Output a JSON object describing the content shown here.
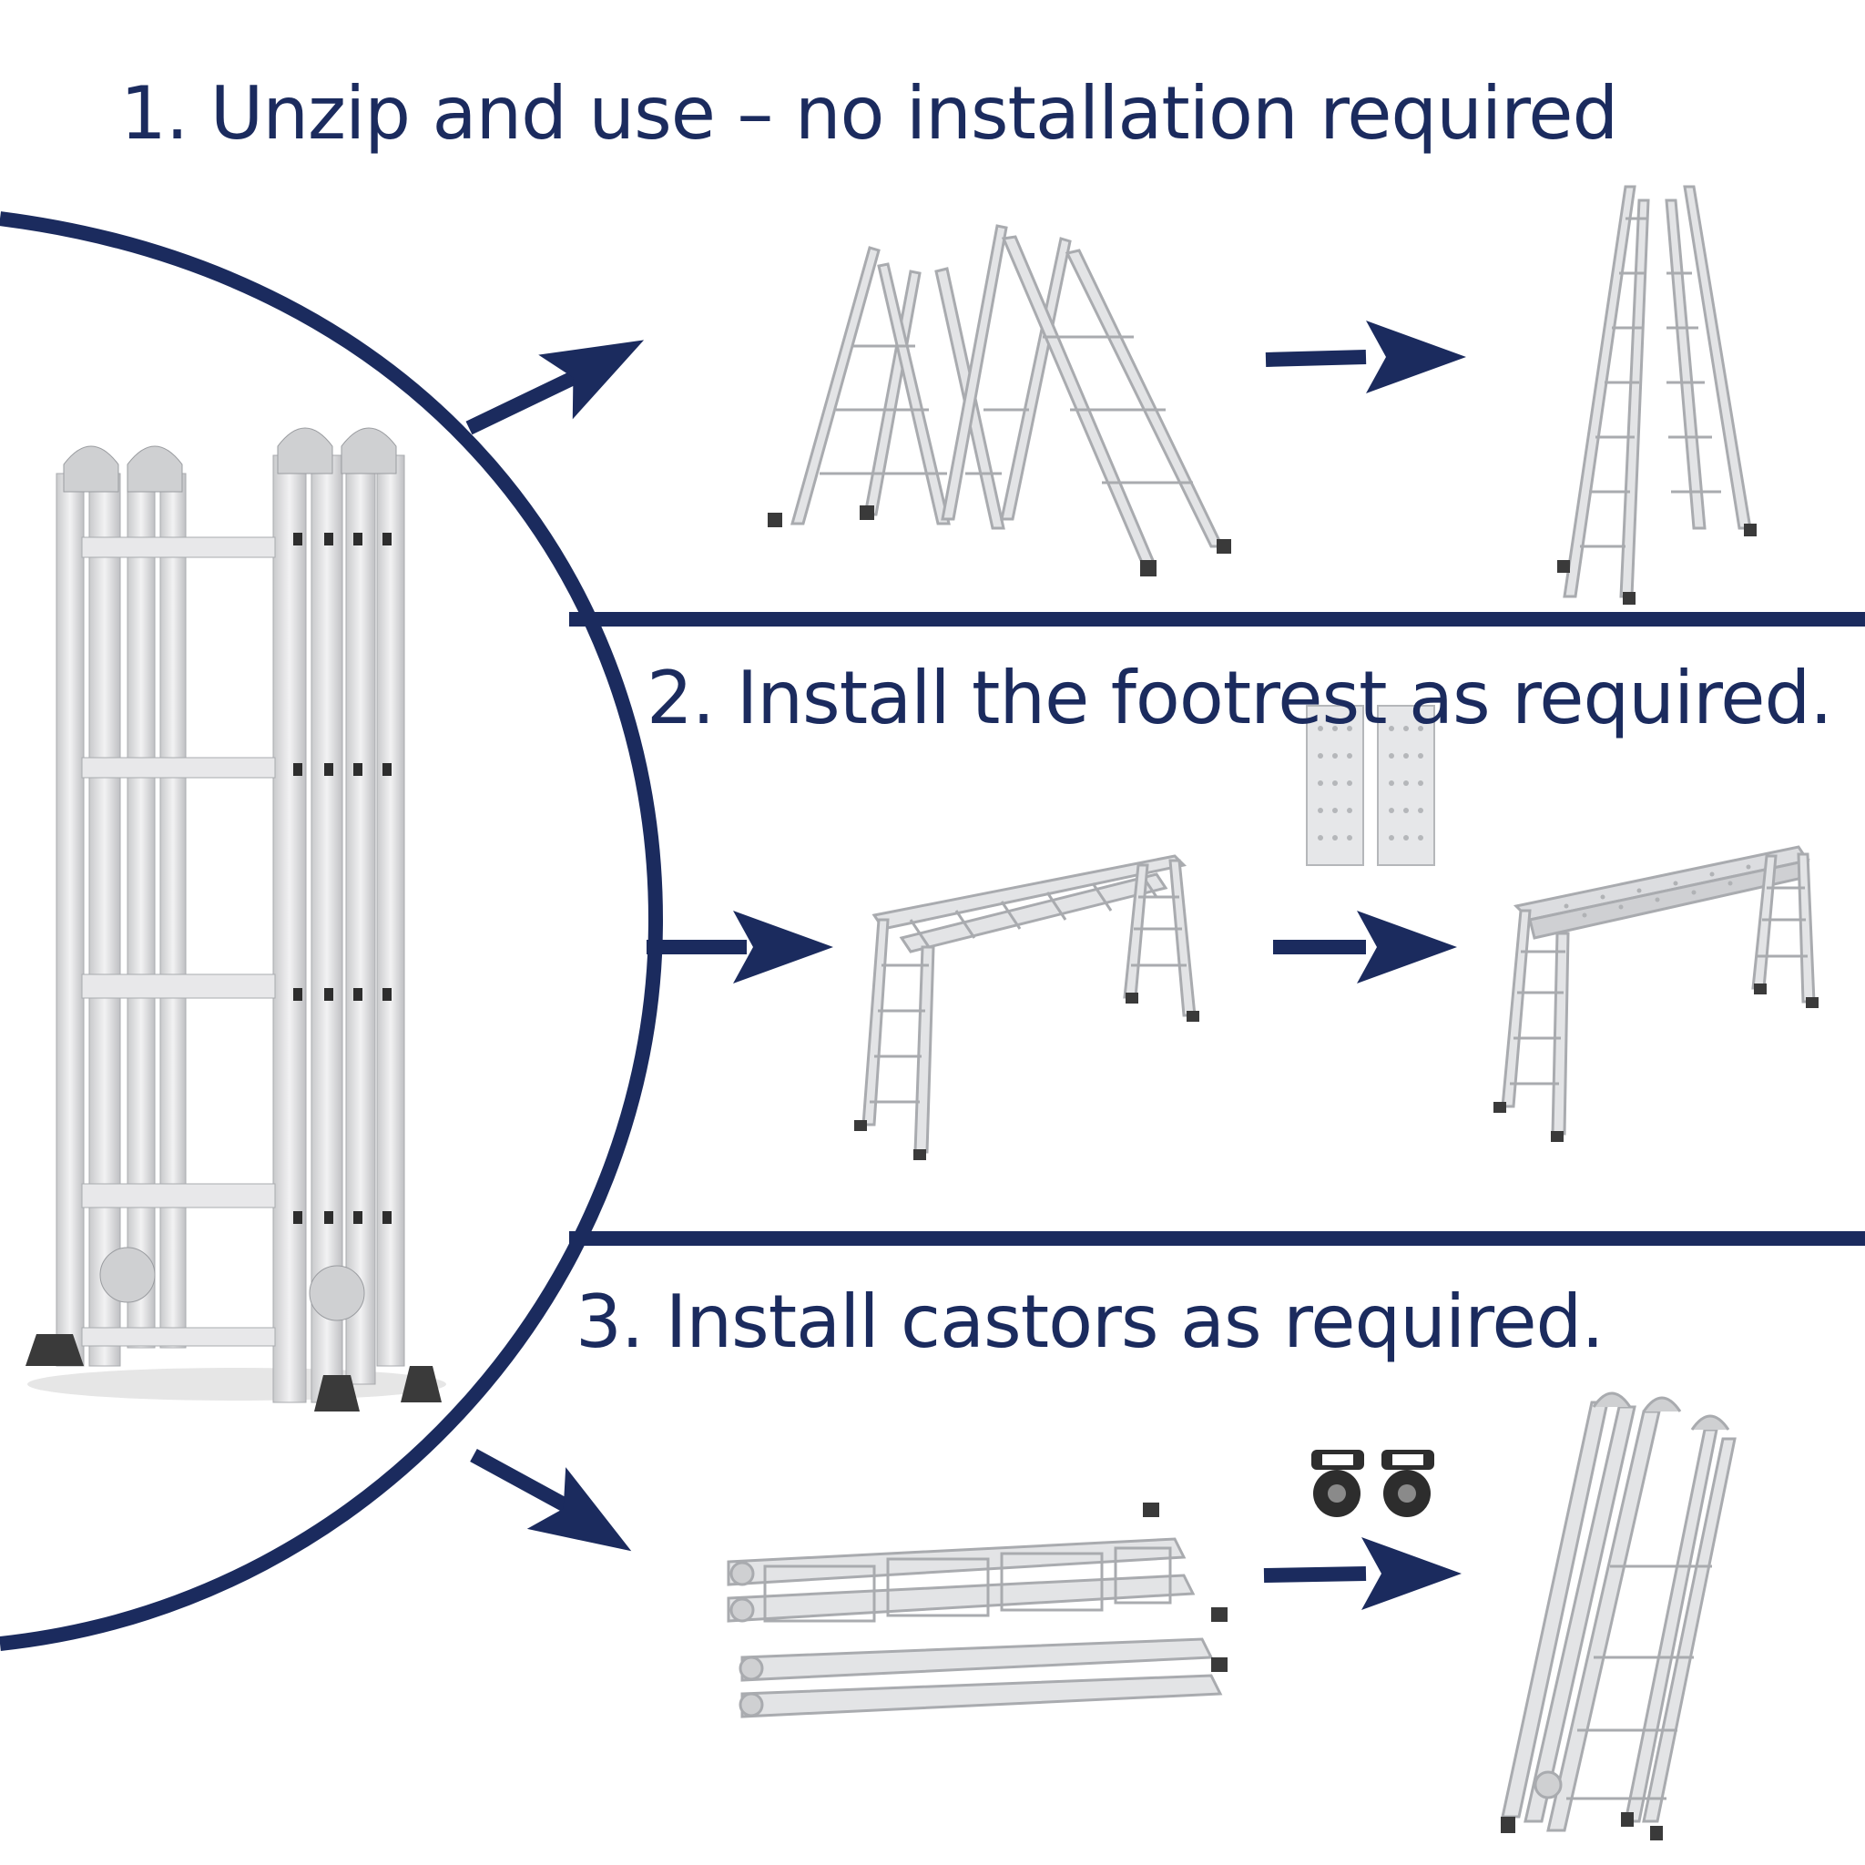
{
  "colors": {
    "navy": "#1b2b5e",
    "aluminum": "#d9dadc",
    "aluminum_edge": "#a9abaf",
    "rubber": "#3a3a3a"
  },
  "steps": [
    {
      "title": "1. Unzip and use – no installation required"
    },
    {
      "title": "2. Install the footrest as required."
    },
    {
      "title": "3. Install castors as required."
    }
  ],
  "icons": {
    "arrow": "arrow-right-icon",
    "castor": "castor-wheel-icon",
    "ladder": "ladder-icon",
    "footrest": "footrest-plate-icon"
  }
}
